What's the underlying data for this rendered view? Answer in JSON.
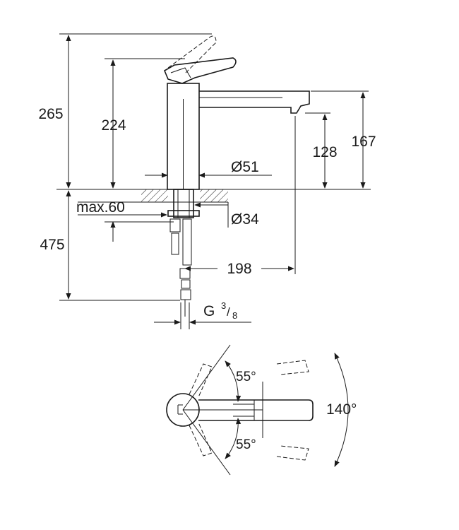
{
  "dimensions": {
    "height_total": "265",
    "height_spout": "224",
    "spout_outlet_height": "167",
    "spout_aerator_height": "128",
    "base_diameter": "Ø51",
    "max_deck_thickness": "max.60",
    "hole_diameter": "Ø34",
    "hose_length": "475",
    "spout_reach": "198",
    "thread_g": "G",
    "thread_num": "3",
    "thread_den": "8",
    "thread_slash": "/"
  },
  "rotation": {
    "lever_up_angle": "55°",
    "lever_down_angle": "55°",
    "spout_swivel_angle": "140°"
  },
  "colors": {
    "line": "#1a1a1a",
    "background": "#ffffff"
  }
}
